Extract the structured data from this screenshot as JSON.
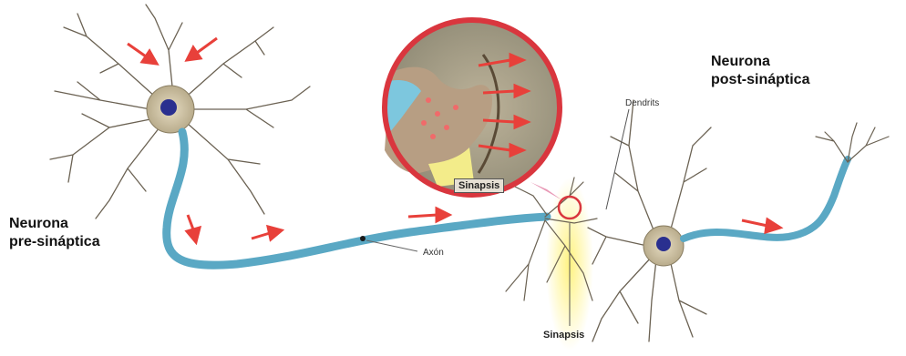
{
  "labels": {
    "pre_neuron": [
      "Neurona",
      "pre-sináptica"
    ],
    "post_neuron": [
      "Neurona",
      "post-sináptica"
    ],
    "dendrits": "Dendrits",
    "axon": "Axón",
    "synapse_bottom": "Sinapsis",
    "synapse_inset": "Sinapsis"
  },
  "colors": {
    "axon": "#5aa8c4",
    "arrow": "#e8403a",
    "nucleus": "#2a2f8f",
    "dendrite": "#6b6253",
    "inset_border": "#d9363e",
    "synapse_glow": "#f5e76a"
  }
}
